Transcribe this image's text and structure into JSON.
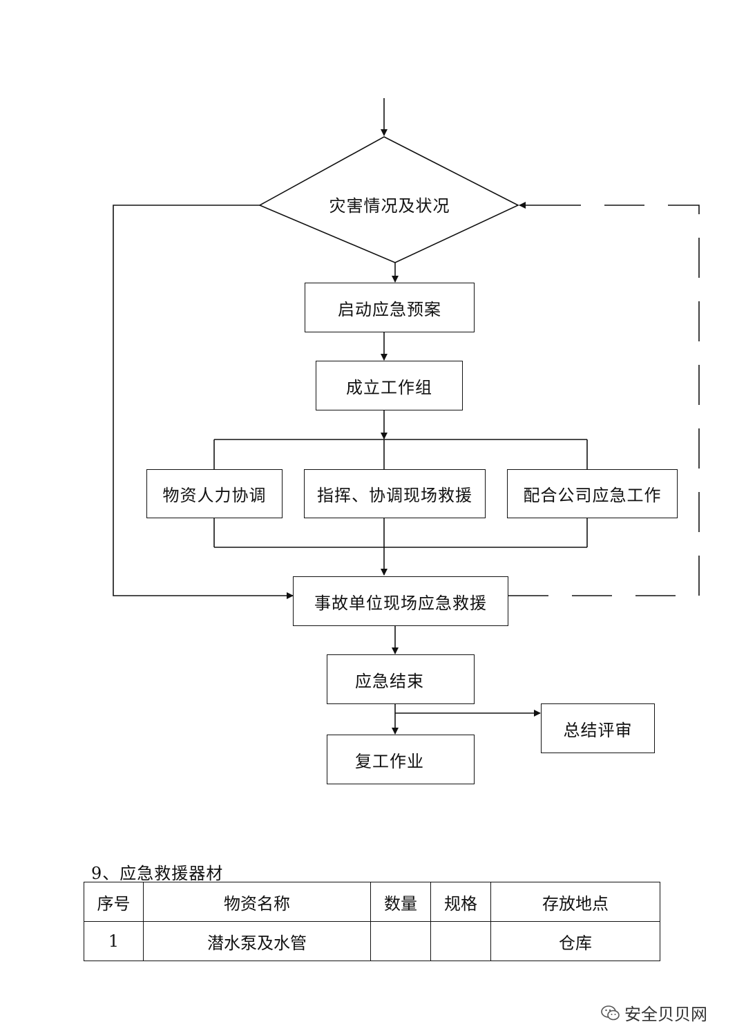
{
  "flowchart": {
    "decision": "灾害情况及状况",
    "start_plan": "启动应急预案",
    "form_group": "成立工作组",
    "branches": [
      "物资人力协调",
      "指挥、协调现场救援",
      "配合公司应急工作"
    ],
    "onsite_rescue": "事故单位现场应急救援",
    "end": "应急结束",
    "summary": "总结评审",
    "resume": "复工作业"
  },
  "section": {
    "title": "9、应急救援器材"
  },
  "table": {
    "headers": [
      "序号",
      "物资名称",
      "数量",
      "规格",
      "存放地点"
    ],
    "rows": [
      [
        "1",
        "潜水泵及水管",
        "",
        "",
        "仓库"
      ]
    ]
  },
  "watermark": {
    "text": "安全贝贝网",
    "icon": "wechat-icon"
  }
}
